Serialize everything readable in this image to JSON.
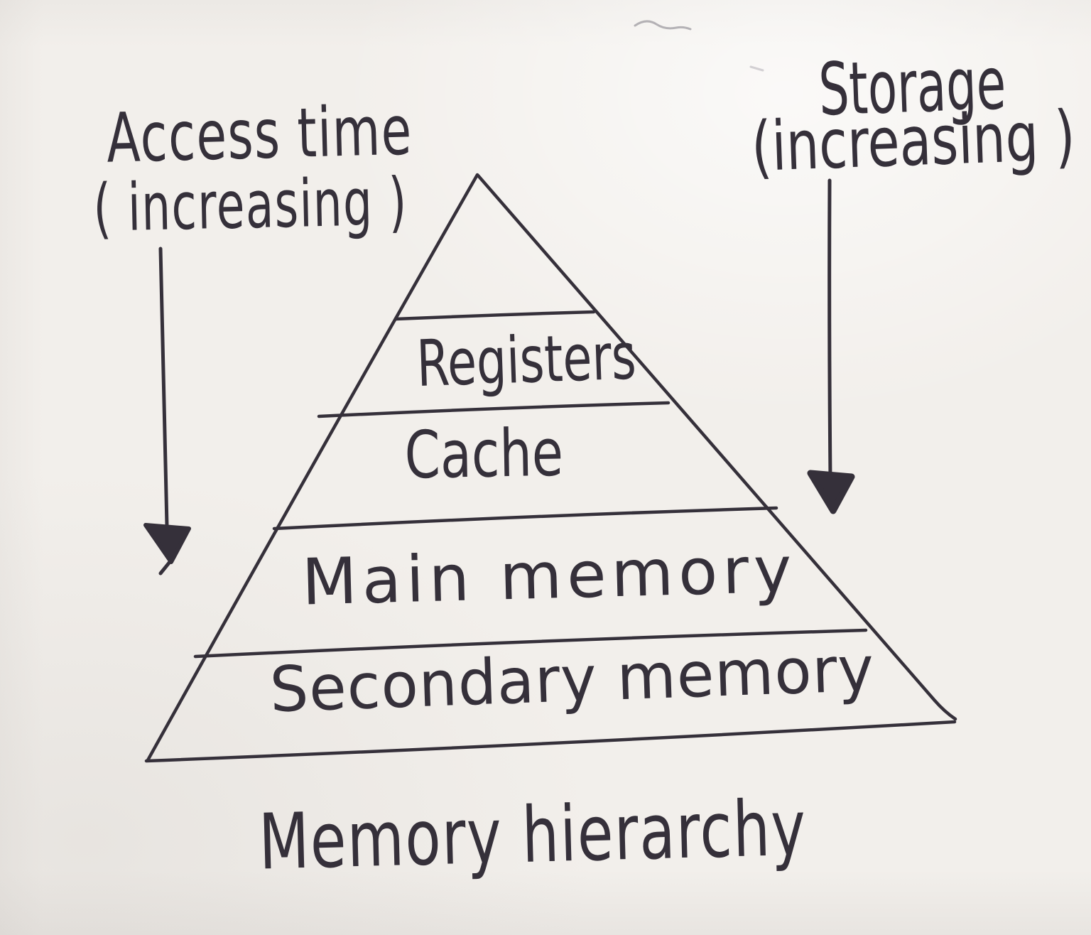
{
  "caption": "Memory hierarchy",
  "left_annotation": {
    "title": "Access time",
    "qualifier": "( increasing )",
    "arrow_direction": "down"
  },
  "right_annotation": {
    "title": "Storage",
    "qualifier": "(increasing )",
    "arrow_direction": "down"
  },
  "pyramid": {
    "levels": [
      {
        "name": "apex",
        "label": ""
      },
      {
        "name": "registers",
        "label": "Registers"
      },
      {
        "name": "cache",
        "label": "Cache"
      },
      {
        "name": "main-memory",
        "label": "Main memory"
      },
      {
        "name": "secondary-memory",
        "label": "Secondary memory"
      }
    ]
  },
  "colors": {
    "ink": "#35303a",
    "paper": "#f2efeb"
  }
}
